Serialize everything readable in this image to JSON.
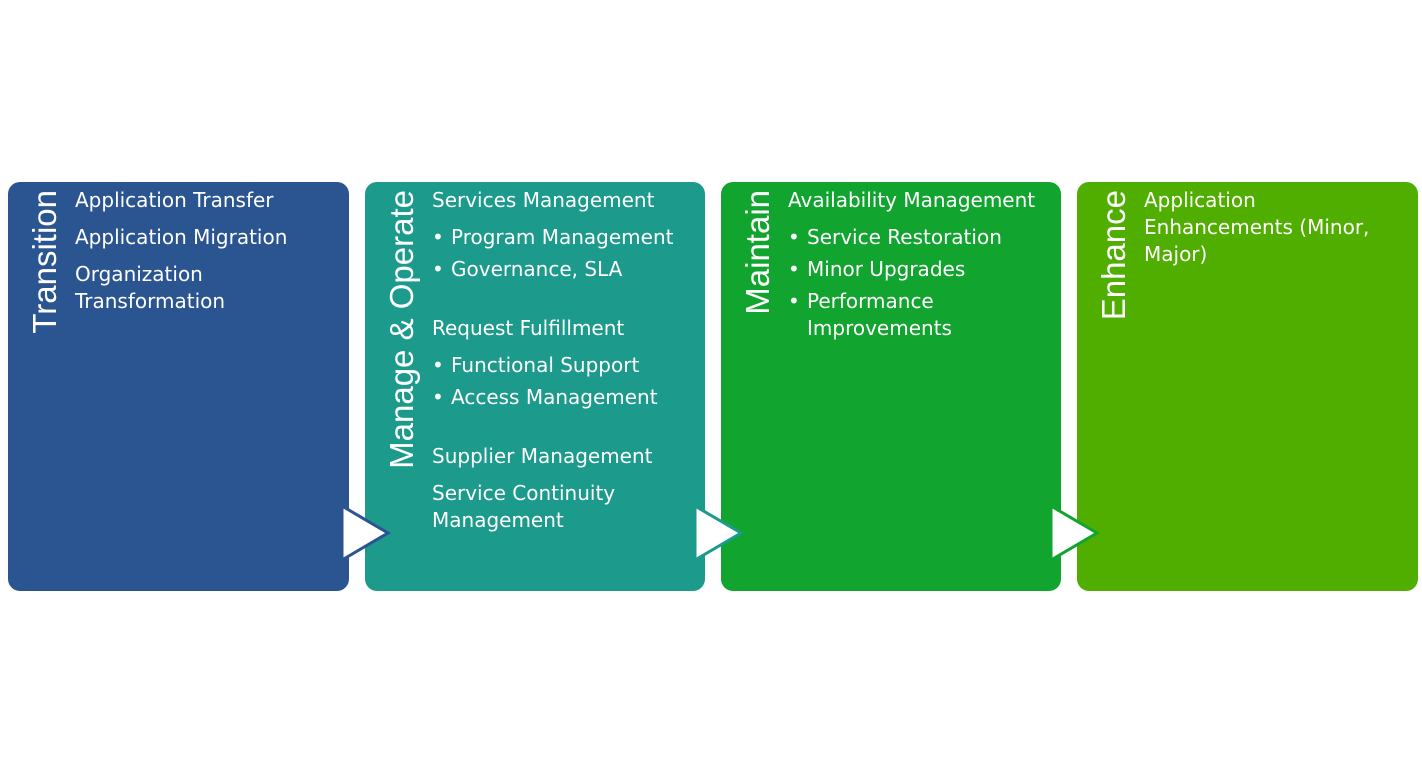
{
  "colors": {
    "transition": "#2b5590",
    "manage": "#1c9a8b",
    "maintain": "#11a52f",
    "enhance": "#50ae00"
  },
  "stages": [
    {
      "title": "Transition",
      "items": [
        {
          "text": "Application Transfer"
        },
        {
          "text": "Application Migration"
        },
        {
          "text": "Organization Transformation"
        }
      ]
    },
    {
      "title": "Manage & Operate",
      "items": [
        {
          "text": "Services Management"
        },
        {
          "bullets": [
            "Program Management",
            "Governance, SLA"
          ]
        },
        {
          "text": "Request Fulfillment"
        },
        {
          "bullets": [
            "Functional Support",
            "Access Management"
          ]
        },
        {
          "text": "Supplier Management"
        },
        {
          "text": "Service Continuity Management"
        }
      ]
    },
    {
      "title": "Maintain",
      "items": [
        {
          "text": "Availability Management"
        },
        {
          "bullets": [
            "Service Restoration",
            "Minor Upgrades",
            "Performance Improvements"
          ]
        }
      ]
    },
    {
      "title": "Enhance",
      "items": [
        {
          "text": "Application Enhancements (Minor, Major)"
        }
      ]
    }
  ]
}
